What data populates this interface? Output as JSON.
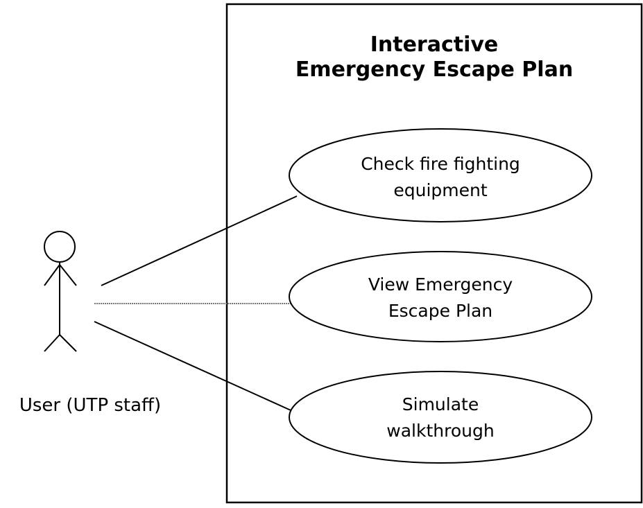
{
  "system": {
    "title_line1": "Interactive",
    "title_line2": "Emergency Escape Plan"
  },
  "actor": {
    "label": "User (UTP staff)"
  },
  "use_cases": [
    {
      "line1": "Check fire fighting",
      "line2": "equipment"
    },
    {
      "line1": "View Emergency",
      "line2": "Escape Plan"
    },
    {
      "line1": "Simulate",
      "line2": "walkthrough"
    }
  ]
}
